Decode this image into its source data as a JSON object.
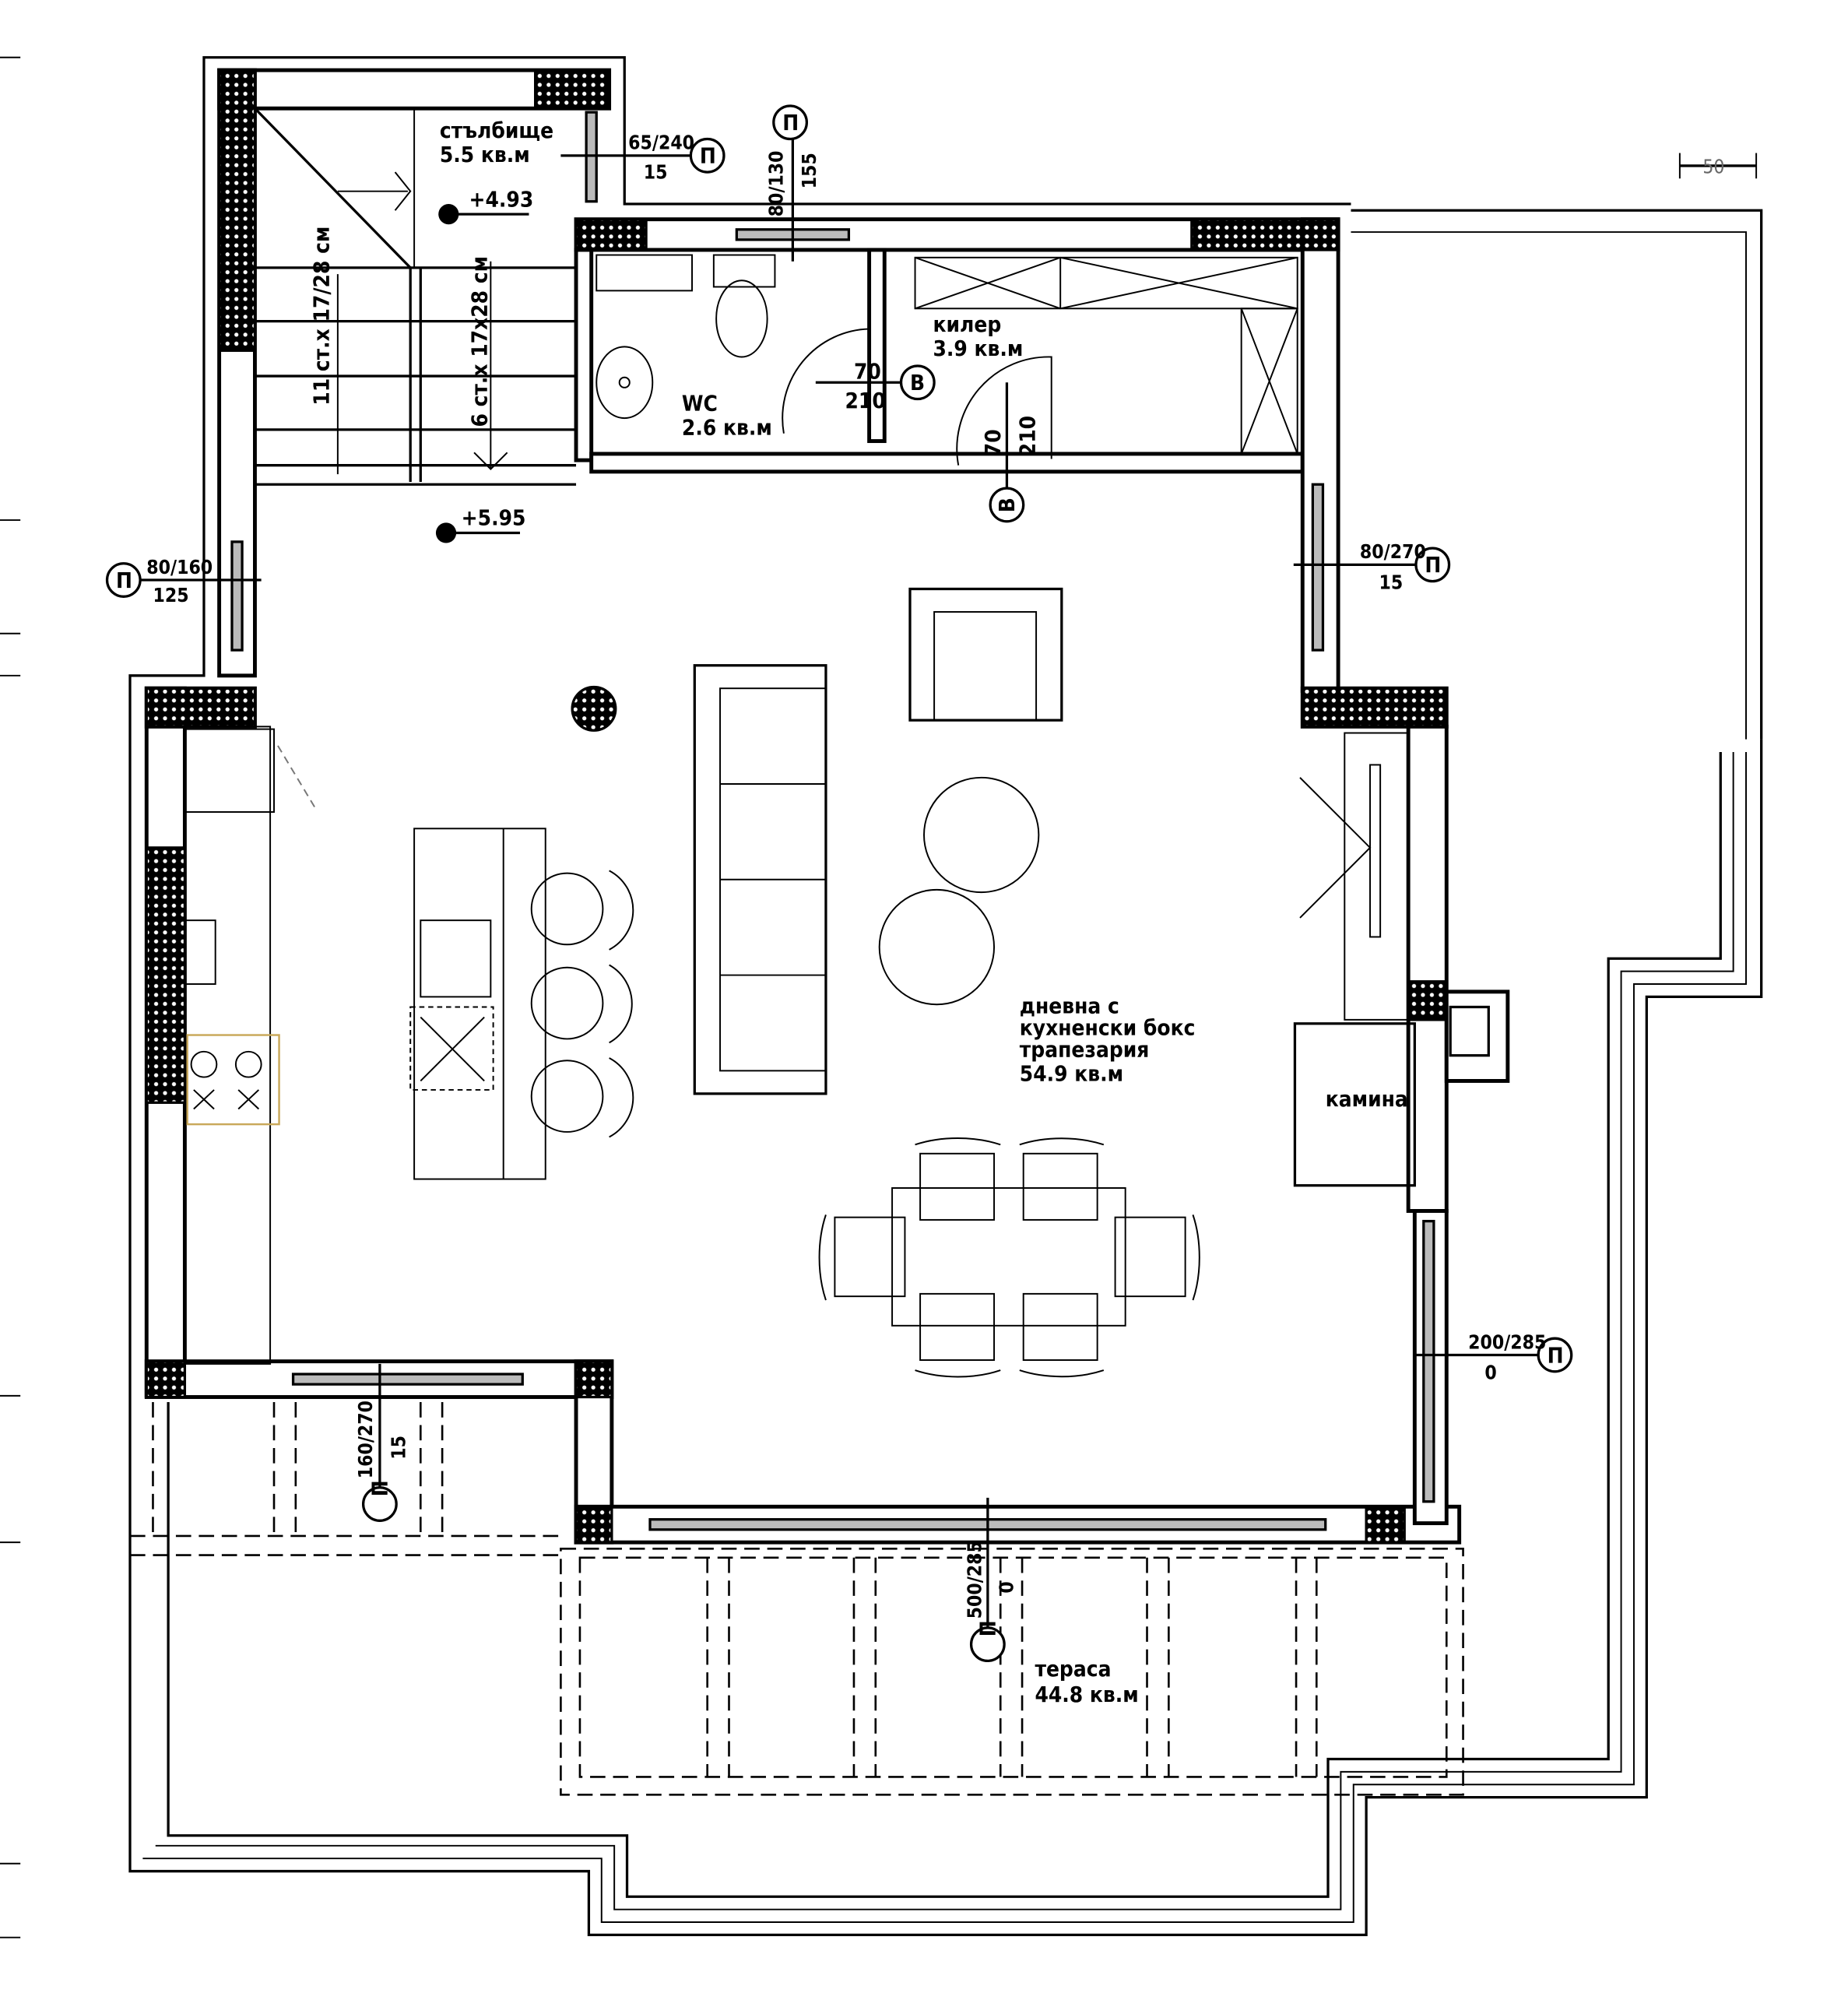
{
  "title": "Floor plan – upper level",
  "rooms": {
    "stair": {
      "name": "стълбище",
      "area": "5.5 кв.м"
    },
    "wc": {
      "name": "WC",
      "area": "2.6 кв.м"
    },
    "storage": {
      "name": "килер",
      "area": "3.9 кв.м"
    },
    "living": {
      "line1": "дневна с",
      "line2": "кухненски бокс",
      "line3": "трапезария",
      "area": "54.9 кв.м"
    },
    "terrace": {
      "name": "тераса",
      "area": "44.8 кв.м"
    },
    "fireplace": {
      "name": "камина"
    }
  },
  "levels": {
    "stair": "+4.93",
    "living": "+5.95"
  },
  "stairs": {
    "flight1": "11 ст.х 17/28 см",
    "flight2": "6 ст.х 17х28 см"
  },
  "windows": [
    {
      "size": "65/240",
      "sill": "15",
      "tag": "П"
    },
    {
      "size": "80/130",
      "sill": "155",
      "tag": "П"
    },
    {
      "size": "80/160",
      "sill": "125",
      "tag": "П"
    },
    {
      "size": "80/270",
      "sill": "15",
      "tag": "П"
    },
    {
      "size": "200/285",
      "sill": "0",
      "tag": "П"
    },
    {
      "size": "160/270",
      "sill": "15",
      "tag": "П"
    },
    {
      "size": "500/285",
      "sill": "0",
      "tag": "П"
    }
  ],
  "doors": [
    {
      "width": "70",
      "height": "210",
      "tag": "В"
    },
    {
      "width": "70",
      "height": "210",
      "tag": "В"
    }
  ],
  "scale_mark": "50"
}
